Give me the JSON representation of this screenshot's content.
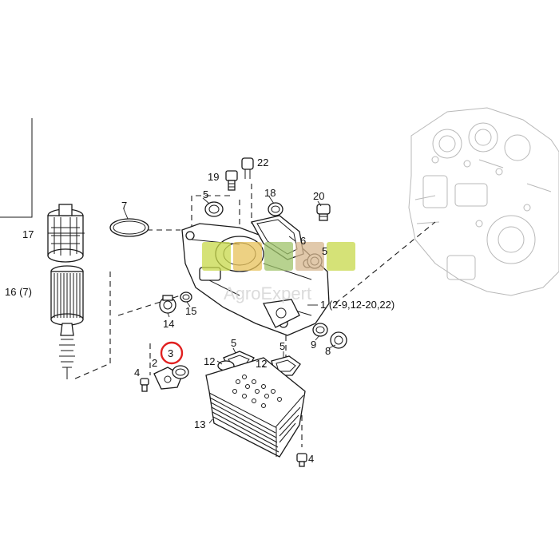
{
  "diagram": {
    "callouts": [
      {
        "id": "17",
        "text": "17"
      },
      {
        "id": "7",
        "text": "7"
      },
      {
        "id": "16",
        "text": "16 (7)"
      },
      {
        "id": "19",
        "text": "19"
      },
      {
        "id": "22",
        "text": "22"
      },
      {
        "id": "5a",
        "text": "5"
      },
      {
        "id": "18",
        "text": "18"
      },
      {
        "id": "20",
        "text": "20"
      },
      {
        "id": "6",
        "text": "6"
      },
      {
        "id": "5b",
        "text": "5"
      },
      {
        "id": "1",
        "text": "1 (2-9,12-20,22)"
      },
      {
        "id": "14",
        "text": "14"
      },
      {
        "id": "15",
        "text": "15"
      },
      {
        "id": "9",
        "text": "9"
      },
      {
        "id": "8",
        "text": "8"
      },
      {
        "id": "5c",
        "text": "5"
      },
      {
        "id": "12a",
        "text": "12"
      },
      {
        "id": "12b",
        "text": "12"
      },
      {
        "id": "5d",
        "text": "5"
      },
      {
        "id": "2",
        "text": "2"
      },
      {
        "id": "3",
        "text": "3"
      },
      {
        "id": "4a",
        "text": "4"
      },
      {
        "id": "13",
        "text": "13"
      },
      {
        "id": "4b",
        "text": "4"
      }
    ],
    "highlighted_callout": "3",
    "highlight_color": "#e02020",
    "watermark_text": "AgroExpert",
    "watermark_colors": [
      "#c8d94a",
      "#e8c25a",
      "#9fc46a",
      "#d8b890"
    ],
    "line_color": "#1a1a1a",
    "engine_outline_color": "#b9b9b9"
  }
}
